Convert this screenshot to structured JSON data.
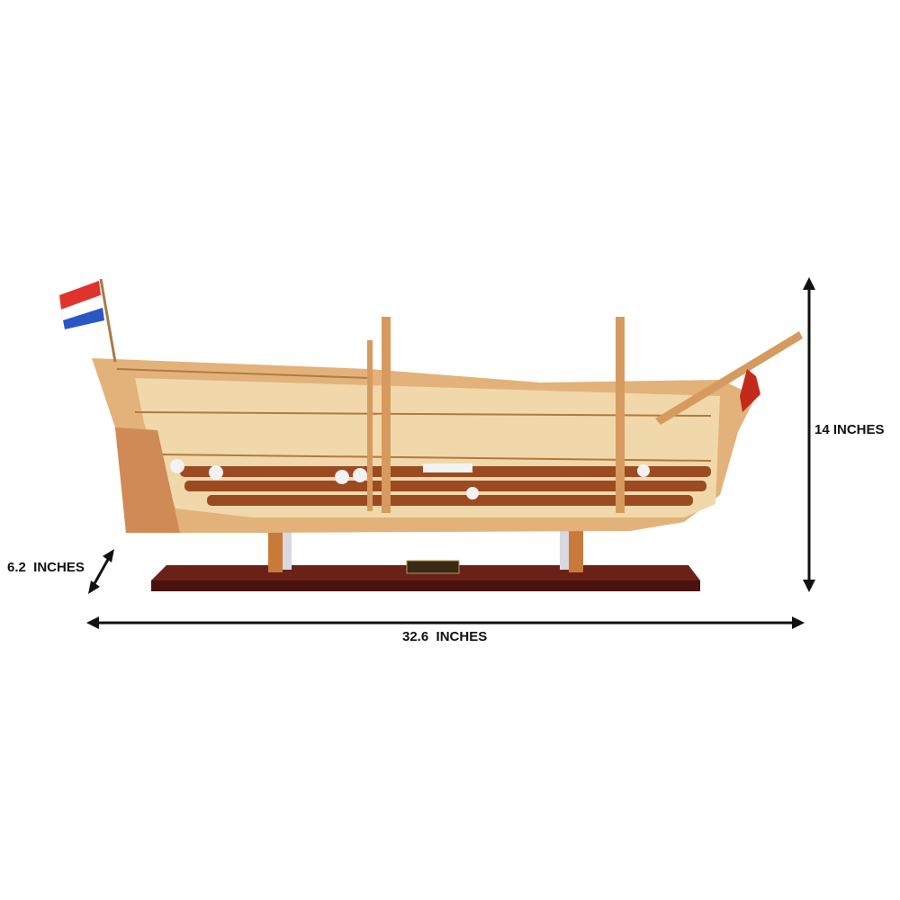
{
  "dimensions": {
    "height_label": "14 INCHES",
    "length_label": "32.6  INCHES",
    "width_label": "6.2  INCHES"
  },
  "colors": {
    "hull_wood": "#d9a86a",
    "barrels": "#9c4a22",
    "base": "#5a1a14",
    "flag_red": "#e0332c",
    "flag_blue": "#2b56c6",
    "arrow": "#111111"
  }
}
